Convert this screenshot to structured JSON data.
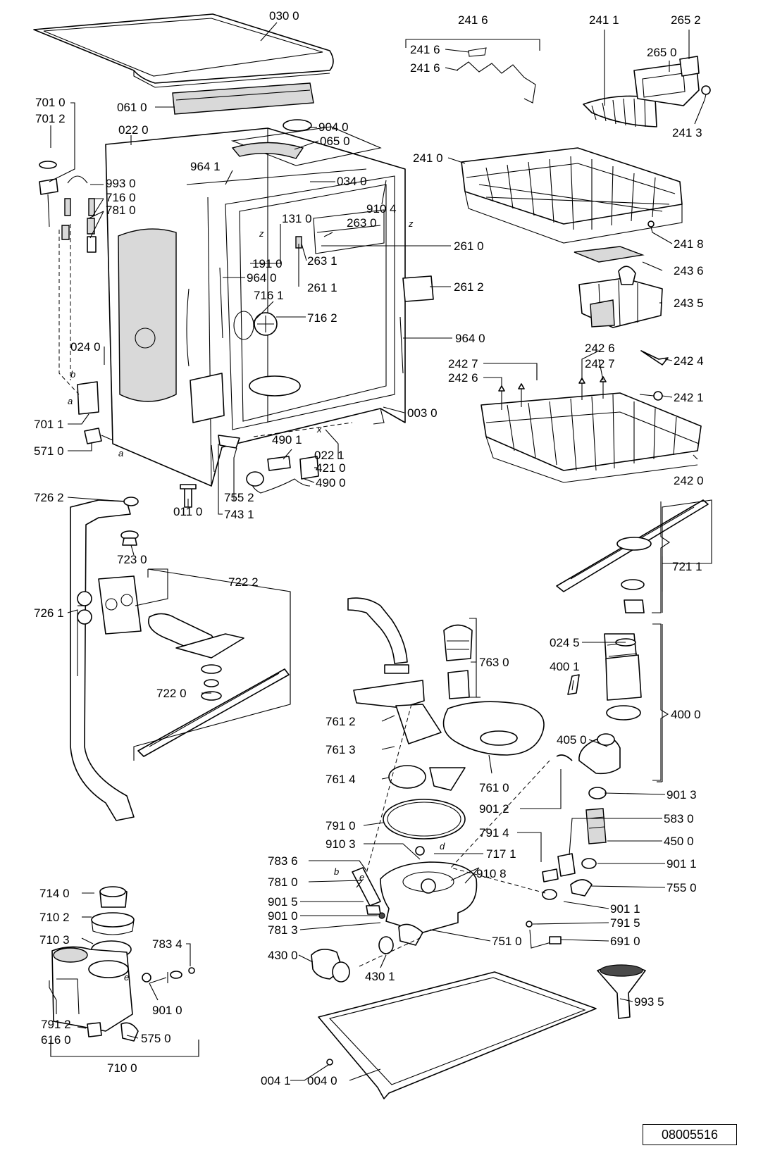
{
  "labels": {
    "p0300": "030 0",
    "p0610": "061 0",
    "p0220": "022 0",
    "p7010": "701 0",
    "p7012": "701 2",
    "p9930": "993 0",
    "p7160": "716 0",
    "p7810a": "781 0",
    "p9641a": "964 1",
    "p0340": "034 0",
    "p9040": "904 0",
    "p0650": "065 0",
    "p1310": "131 0",
    "p9104": "910 4",
    "p2630": "263 0",
    "p2610": "261 0",
    "p1910": "191 0",
    "p9640a": "964 0",
    "p2631": "263 1",
    "p2611": "261 1",
    "p2612": "261 2",
    "p7161": "716 1",
    "p7162": "716 2",
    "p9640b": "964 0",
    "p0240": "024 0",
    "p0030": "003 0",
    "p7011": "701 1",
    "p5710": "571 0",
    "p4901": "490 1",
    "p0221": "022 1",
    "p4210": "421 0",
    "p4900": "490 0",
    "p0110": "011 0",
    "p7552": "755 2",
    "p7431": "743 1",
    "p2416a": "241 6",
    "p2416b": "241 6",
    "p2416c": "241 6",
    "p2411": "241 1",
    "p2652": "265 2",
    "p2650": "265 0",
    "p2413": "241 3",
    "p2410": "241 0",
    "p2418": "241 8",
    "p2436": "243 6",
    "p2435": "243 5",
    "p2426a": "242 6",
    "p2427a": "242 7",
    "p2427b": "242 7",
    "p2426b": "242 6",
    "p2424": "242 4",
    "p2421": "242 1",
    "p2420": "242 0",
    "p7262": "726 2",
    "p7230": "723 0",
    "p7222": "722 2",
    "p7261": "726 1",
    "p7220": "722 0",
    "p7211": "721 1",
    "p7630": "763 0",
    "p0245": "024 5",
    "p4001": "400 1",
    "p4000": "400 0",
    "p7612": "761 2",
    "p7613": "761 3",
    "p7614": "761 4",
    "p7610": "761 0",
    "p4050": "405 0",
    "p9012": "901 2",
    "p9013": "901 3",
    "p7910": "791 0",
    "p7914": "791 4",
    "p5830": "583 0",
    "p4500": "450 0",
    "p9103": "910 3",
    "p7171": "717 1",
    "p7836": "783 6",
    "p7810b": "781 0",
    "p9108": "910 8",
    "p9011a": "901 1",
    "p7550": "755 0",
    "p9015": "901 5",
    "p9010a": "901 0",
    "p7813": "781 3",
    "p9011b": "901 1",
    "p7915": "791 5",
    "p7510": "751 0",
    "p6910": "691 0",
    "p4300": "430 0",
    "p4301": "430 1",
    "p7140": "714 0",
    "p7102": "710 2",
    "p7103": "710 3",
    "p7834": "783 4",
    "p9010b": "901 0",
    "p7912": "791 2",
    "p5750": "575 0",
    "p6160": "616 0",
    "p7100": "710 0",
    "p9935": "993 5",
    "p0041": "004 1",
    "p0040": "004 0"
  },
  "marks": {
    "a1": "a",
    "a2": "a",
    "b1": "b",
    "b2": "b",
    "d1": "d",
    "e1": "e",
    "e2": "e",
    "x1": "x",
    "z1": "z",
    "z2": "z"
  },
  "document_number": "08005516"
}
